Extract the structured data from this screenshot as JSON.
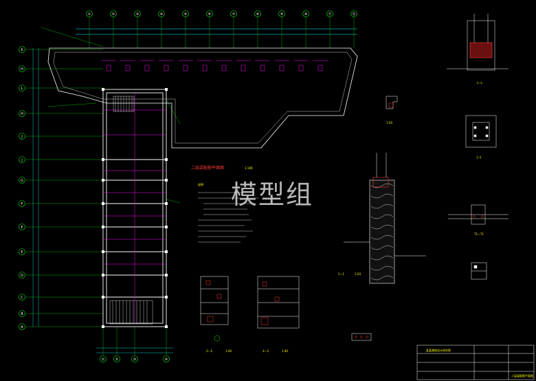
{
  "watermark": "模型组",
  "plan_title": "二层梁配筋平面图",
  "plan_scale": "1:100",
  "notes_heading": "说明",
  "section_labels": [
    "1—1",
    "2—2",
    "3—3",
    "J—J",
    "T1—T1",
    "L—L"
  ],
  "section_scales": [
    "1:20",
    "1:40",
    "1:40"
  ],
  "axis_bubbles_top": [
    "①",
    "②",
    "③",
    "④",
    "⑤",
    "⑥",
    "⑦",
    "⑧",
    "⑨",
    "⑩",
    "⑪",
    "⑫"
  ],
  "axis_bubbles_left": [
    "K",
    "H",
    "L",
    "H",
    "J",
    "J",
    "G",
    "F",
    "E",
    "E",
    "D",
    "C",
    "B",
    "A"
  ],
  "title_block": {
    "company": "某某建筑设计研究院",
    "drawing_name": "二层梁配筋平面图"
  },
  "colors": {
    "background": "#000000",
    "axis": "#00ff00",
    "wall": "#ffffff",
    "beam": "#ff00ff",
    "dimension": "#00ffff",
    "rebar": "#ff3b3b",
    "text": "#ffff00"
  }
}
